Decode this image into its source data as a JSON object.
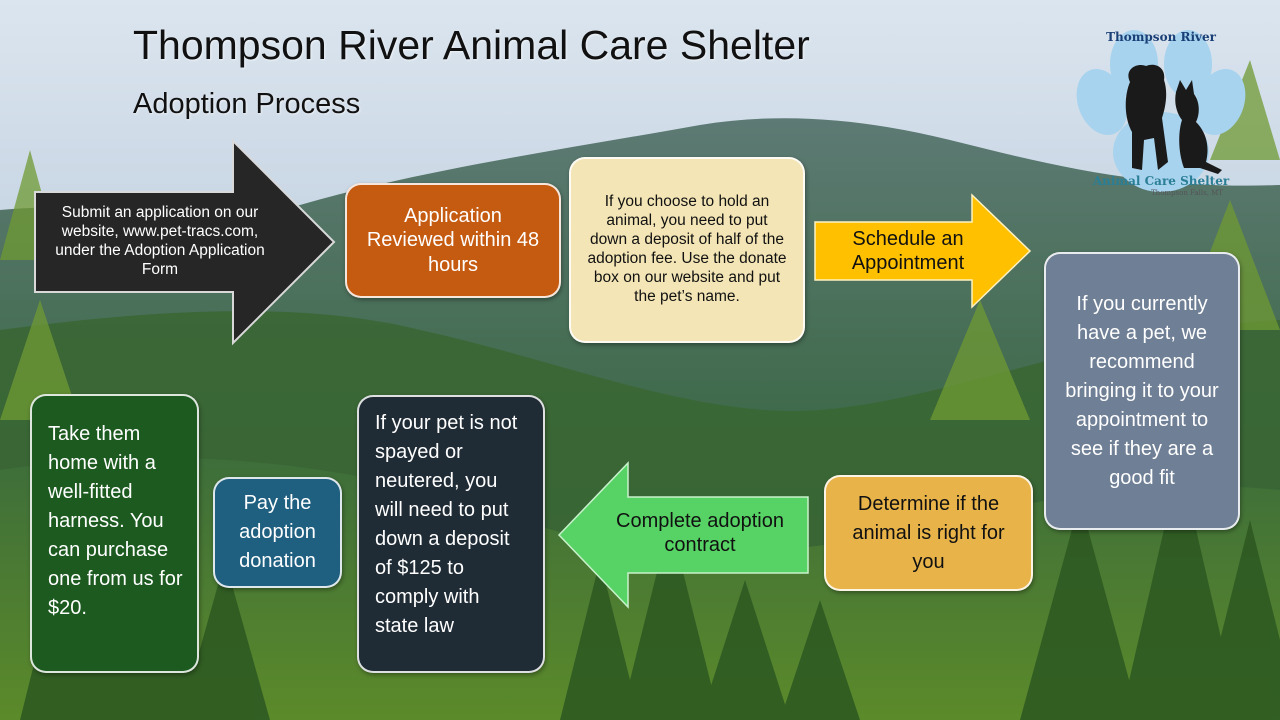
{
  "header": {
    "title": "Thompson River Animal Care Shelter",
    "subtitle": "Adoption Process"
  },
  "logo": {
    "top_text": "Thompson River",
    "name": "Animal Care Shelter",
    "location": "Thompson Falls, MT"
  },
  "steps": {
    "submit_application": "Submit an application on our website, www.pet-tracs.com, under the Adoption Application Form",
    "application_reviewed": "Application Reviewed within 48 hours",
    "hold_deposit": "If you choose to hold an animal, you need to put down a deposit of half of the adoption fee. Use the donate box on our website and put the pet’s name.",
    "schedule_appointment": "Schedule an Appointment",
    "bring_pet": "If you currently have a pet, we recommend bringing it to your appointment to see if they are a good fit",
    "determine_fit": "Determine if the animal is right for you",
    "complete_contract": "Complete adoption contract",
    "spay_neuter_deposit": "If your pet is not spayed or neutered, you will need to put down a deposit of $125 to comply with state law",
    "pay_donation": "Pay the adoption donation",
    "take_home": "Take them home with a well-fitted harness. You can purchase one from us for $20."
  },
  "colors": {
    "submit_arrow": "#262626",
    "reviewed": "#c55a11",
    "hold": "#f3e5b5",
    "schedule_arrow": "#ffc000",
    "bring_pet": "#6f7f95",
    "determine": "#e8b44a",
    "contract_arrow": "#56d364",
    "spay": "#1f2b35",
    "donation": "#1f5f80",
    "take_home": "#1d5a20",
    "logo_paw": "#a7d3ee"
  }
}
